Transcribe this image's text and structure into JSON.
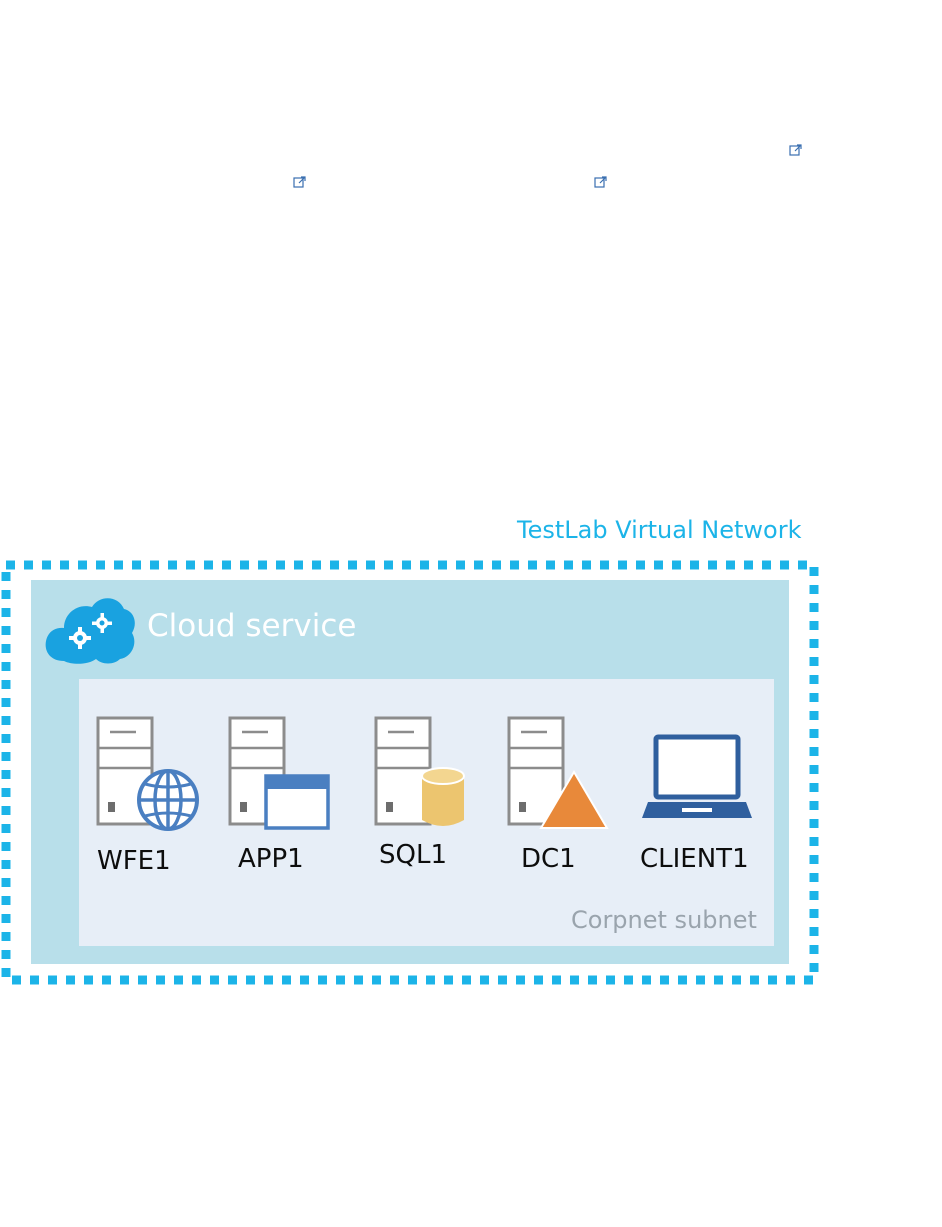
{
  "diagram": {
    "network_label": "TestLab Virtual Network",
    "cloud_service_label": "Cloud service",
    "subnet_label": "Corpnet subnet",
    "nodes": [
      {
        "name": "WFE1",
        "icon": "web-server-icon"
      },
      {
        "name": "APP1",
        "icon": "application-server-icon"
      },
      {
        "name": "SQL1",
        "icon": "database-server-icon"
      },
      {
        "name": "DC1",
        "icon": "domain-controller-icon"
      },
      {
        "name": "CLIENT1",
        "icon": "laptop-icon"
      }
    ],
    "colors": {
      "network_border": "#1cb4e8",
      "cloud_service_fill": "#b8dfea",
      "subnet_fill": "#e7eef7",
      "globe": "#4a7fc1",
      "window": "#4a7fc1",
      "database": "#ecc56f",
      "triangle": "#e8893a",
      "laptop": "#2f5f9e"
    }
  },
  "external_links": [
    {
      "icon": "external-link-icon"
    },
    {
      "icon": "external-link-icon"
    },
    {
      "icon": "external-link-icon"
    }
  ]
}
